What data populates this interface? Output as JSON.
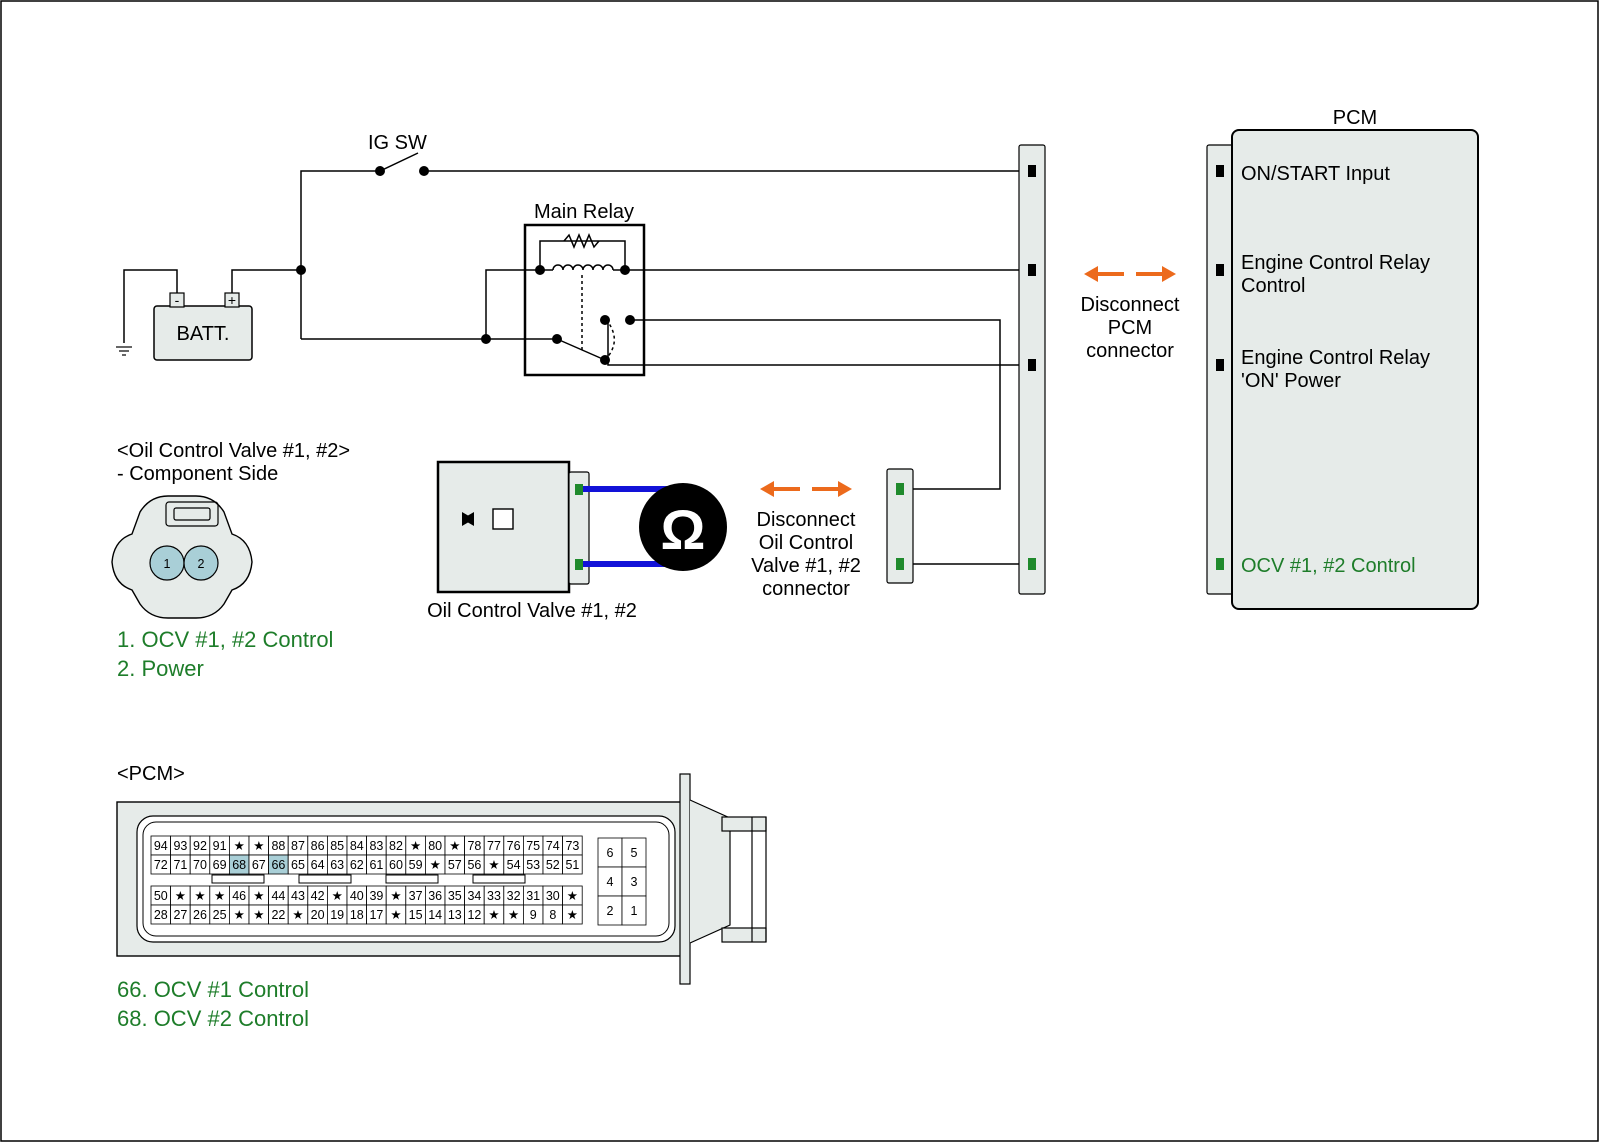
{
  "colors": {
    "wire": "#000000",
    "panel_fill": "#e6ebe9",
    "green_label": "#1e7d2a",
    "green_pin": "#1f8a2c",
    "probe_lead": "#1212d8",
    "arrow": "#ec6a1c",
    "pin_highlight": "#a9cfd7"
  },
  "labels": {
    "ig_sw": "IG SW",
    "batt": "BATT.",
    "batt_minus": "-",
    "batt_plus": "+",
    "main_relay": "Main Relay",
    "pcm_title": "PCM",
    "pcm_terminals": {
      "on_start": "ON/START Input",
      "ecr_control_1": "Engine Control Relay",
      "ecr_control_2": "Control",
      "ecr_on_1": "Engine Control Relay",
      "ecr_on_2": "'ON' Power",
      "ocv_control": "OCV #1, #2 Control"
    },
    "disconnect_pcm": [
      "Disconnect",
      "PCM",
      "connector"
    ],
    "disconnect_ocv": [
      "Disconnect",
      "Oil Control",
      "Valve #1, #2",
      "connector"
    ],
    "ocv_component": "Oil Control Valve #1, #2",
    "ohm_symbol": "Ω"
  },
  "ocv_connector": {
    "title": "<Oil Control Valve #1, #2>",
    "subtitle": "- Component Side",
    "pins": [
      "1",
      "2"
    ],
    "legend": [
      "1. OCV #1, #2 Control",
      "2. Power"
    ]
  },
  "pcm_connector": {
    "title": "<PCM>",
    "rows": [
      [
        "94",
        "93",
        "92",
        "91",
        "*",
        "*",
        "88",
        "87",
        "86",
        "85",
        "84",
        "83",
        "82",
        "*",
        "80",
        "*",
        "78",
        "77",
        "76",
        "75",
        "74",
        "73"
      ],
      [
        "72",
        "71",
        "70",
        "69",
        "68",
        "67",
        "66",
        "65",
        "64",
        "63",
        "62",
        "61",
        "60",
        "59",
        "*",
        "57",
        "56",
        "*",
        "54",
        "53",
        "52",
        "51"
      ],
      [
        "50",
        "*",
        "*",
        "*",
        "46",
        "*",
        "44",
        "43",
        "42",
        "*",
        "40",
        "39",
        "*",
        "37",
        "36",
        "35",
        "34",
        "33",
        "32",
        "31",
        "30",
        "*"
      ],
      [
        "28",
        "27",
        "26",
        "25",
        "*",
        "*",
        "22",
        "*",
        "20",
        "19",
        "18",
        "17",
        "*",
        "15",
        "14",
        "13",
        "12",
        "*",
        "*",
        "9",
        "8",
        "*"
      ]
    ],
    "highlighted_pins": [
      "66",
      "68"
    ],
    "small_block": [
      [
        "6",
        "5"
      ],
      [
        "4",
        "3"
      ],
      [
        "2",
        "1"
      ]
    ],
    "legend": [
      "66. OCV #1 Control",
      "68. OCV #2 Control"
    ]
  }
}
